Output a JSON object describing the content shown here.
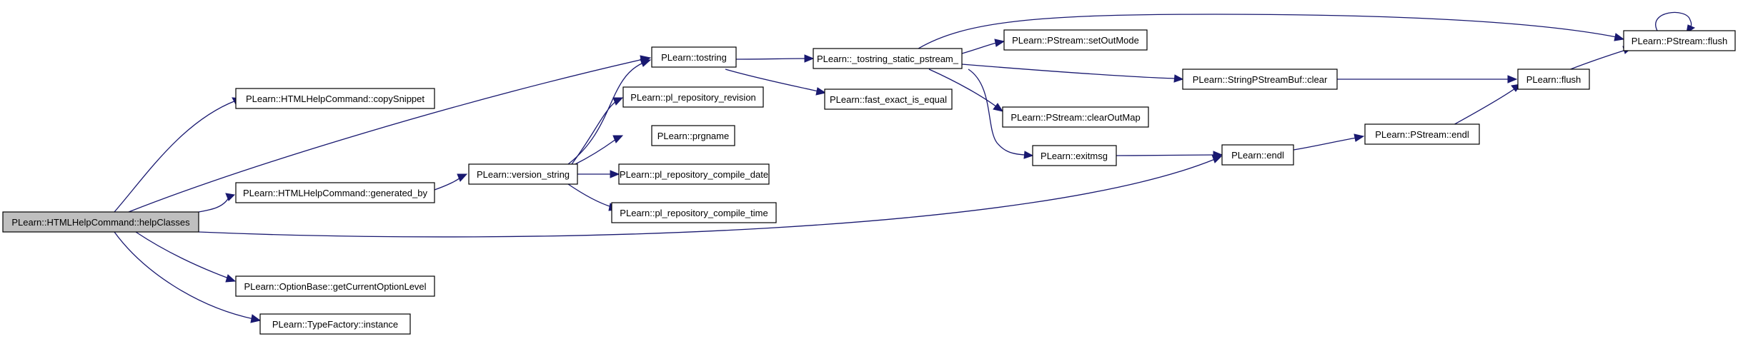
{
  "diagram": {
    "type": "call-graph",
    "nodes": [
      {
        "id": "helpClasses",
        "label": "PLearn::HTMLHelpCommand::helpClasses",
        "highlighted": true
      },
      {
        "id": "copySnippet",
        "label": "PLearn::HTMLHelpCommand::copySnippet"
      },
      {
        "id": "generated_by",
        "label": "PLearn::HTMLHelpCommand::generated_by"
      },
      {
        "id": "getCurrentOptionLevel",
        "label": "PLearn::OptionBase::getCurrentOptionLevel"
      },
      {
        "id": "instance",
        "label": "PLearn::TypeFactory::instance"
      },
      {
        "id": "tostring",
        "label": "PLearn::tostring"
      },
      {
        "id": "version_string",
        "label": "PLearn::version_string"
      },
      {
        "id": "pl_repository_revision",
        "label": "PLearn::pl_repository_revision"
      },
      {
        "id": "prgname",
        "label": "PLearn::prgname"
      },
      {
        "id": "pl_repository_compile_date",
        "label": "PLearn::pl_repository_compile_date"
      },
      {
        "id": "pl_repository_compile_time",
        "label": "PLearn::pl_repository_compile_time"
      },
      {
        "id": "tostring_static_pstream",
        "label": "PLearn::_tostring_static_pstream_"
      },
      {
        "id": "fast_exact_is_equal",
        "label": "PLearn::fast_exact_is_equal"
      },
      {
        "id": "setOutMode",
        "label": "PLearn::PStream::setOutMode"
      },
      {
        "id": "clearOutMap",
        "label": "PLearn::PStream::clearOutMap"
      },
      {
        "id": "exitmsg",
        "label": "PLearn::exitmsg"
      },
      {
        "id": "sbuf_clear",
        "label": "PLearn::StringPStreamBuf::clear"
      },
      {
        "id": "endl",
        "label": "PLearn::endl"
      },
      {
        "id": "pstream_endl",
        "label": "PLearn::PStream::endl"
      },
      {
        "id": "flush",
        "label": "PLearn::flush"
      },
      {
        "id": "pstream_flush",
        "label": "PLearn::PStream::flush"
      }
    ],
    "edges": [
      {
        "from": "helpClasses",
        "to": "copySnippet"
      },
      {
        "from": "helpClasses",
        "to": "tostring"
      },
      {
        "from": "helpClasses",
        "to": "generated_by"
      },
      {
        "from": "helpClasses",
        "to": "endl"
      },
      {
        "from": "helpClasses",
        "to": "getCurrentOptionLevel"
      },
      {
        "from": "helpClasses",
        "to": "instance"
      },
      {
        "from": "generated_by",
        "to": "version_string"
      },
      {
        "from": "version_string",
        "to": "tostring"
      },
      {
        "from": "version_string",
        "to": "pl_repository_revision"
      },
      {
        "from": "version_string",
        "to": "prgname"
      },
      {
        "from": "version_string",
        "to": "pl_repository_compile_date"
      },
      {
        "from": "version_string",
        "to": "pl_repository_compile_time"
      },
      {
        "from": "tostring",
        "to": "tostring_static_pstream"
      },
      {
        "from": "tostring",
        "to": "fast_exact_is_equal"
      },
      {
        "from": "tostring_static_pstream",
        "to": "pstream_flush"
      },
      {
        "from": "tostring_static_pstream",
        "to": "setOutMode"
      },
      {
        "from": "tostring_static_pstream",
        "to": "sbuf_clear"
      },
      {
        "from": "tostring_static_pstream",
        "to": "clearOutMap"
      },
      {
        "from": "tostring_static_pstream",
        "to": "exitmsg"
      },
      {
        "from": "exitmsg",
        "to": "endl"
      },
      {
        "from": "sbuf_clear",
        "to": "flush"
      },
      {
        "from": "endl",
        "to": "pstream_endl"
      },
      {
        "from": "pstream_endl",
        "to": "flush"
      },
      {
        "from": "flush",
        "to": "pstream_flush"
      },
      {
        "from": "pstream_flush",
        "to": "pstream_flush"
      }
    ],
    "colors": {
      "edge": "#191970",
      "node_border": "#000000",
      "node_fill": "#ffffff",
      "highlight_fill": "#bfbfbf"
    }
  }
}
